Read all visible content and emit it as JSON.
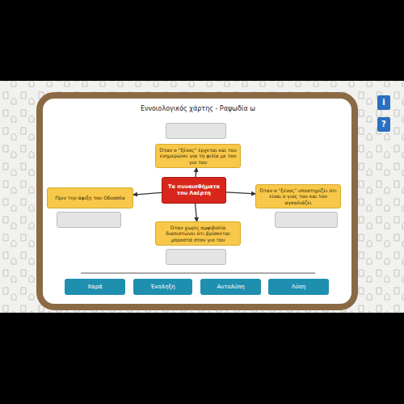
{
  "diagram": {
    "title": "Εννοιολογικός χάρτης - Ραψωδία ω",
    "nodes": [
      {
        "text": [
          "Όταν ο \"ξένος\" έρχεται και του ενημερώνει για τη φιλία με τον γιο του"
        ]
      },
      {
        "text": [
          "Πριν την άφιξη του Οδυσσέα"
        ]
      },
      {
        "text": [
          "Τα συναισθήματα του Λαέρτη"
        ]
      },
      {
        "text": [
          "Όταν ο \"ξένος\" υποστηρίζει ότι είναι ο γιος του και τον αγκαλιάζει"
        ]
      },
      {
        "text": [
          "Όταν χωρίς αμφιβολία διαπιστώνει ότι βρίσκεται μπροστά στον γιο του"
        ]
      },
      {
        "text": [
          "Χαρά"
        ]
      },
      {
        "text": [
          "Έκπληξη"
        ]
      },
      {
        "text": [
          "Αυτολύπη"
        ]
      },
      {
        "text": [
          "Λύπη"
        ]
      }
    ],
    "edges": [
      {
        "from": 2,
        "to": 0,
        "arrow": "to"
      },
      {
        "from": 2,
        "to": 1,
        "arrow": "to"
      },
      {
        "from": 2,
        "to": 3,
        "arrow": "to"
      },
      {
        "from": 2,
        "to": 4,
        "arrow": "to"
      }
    ],
    "labels": [
      "i",
      "?"
    ]
  }
}
